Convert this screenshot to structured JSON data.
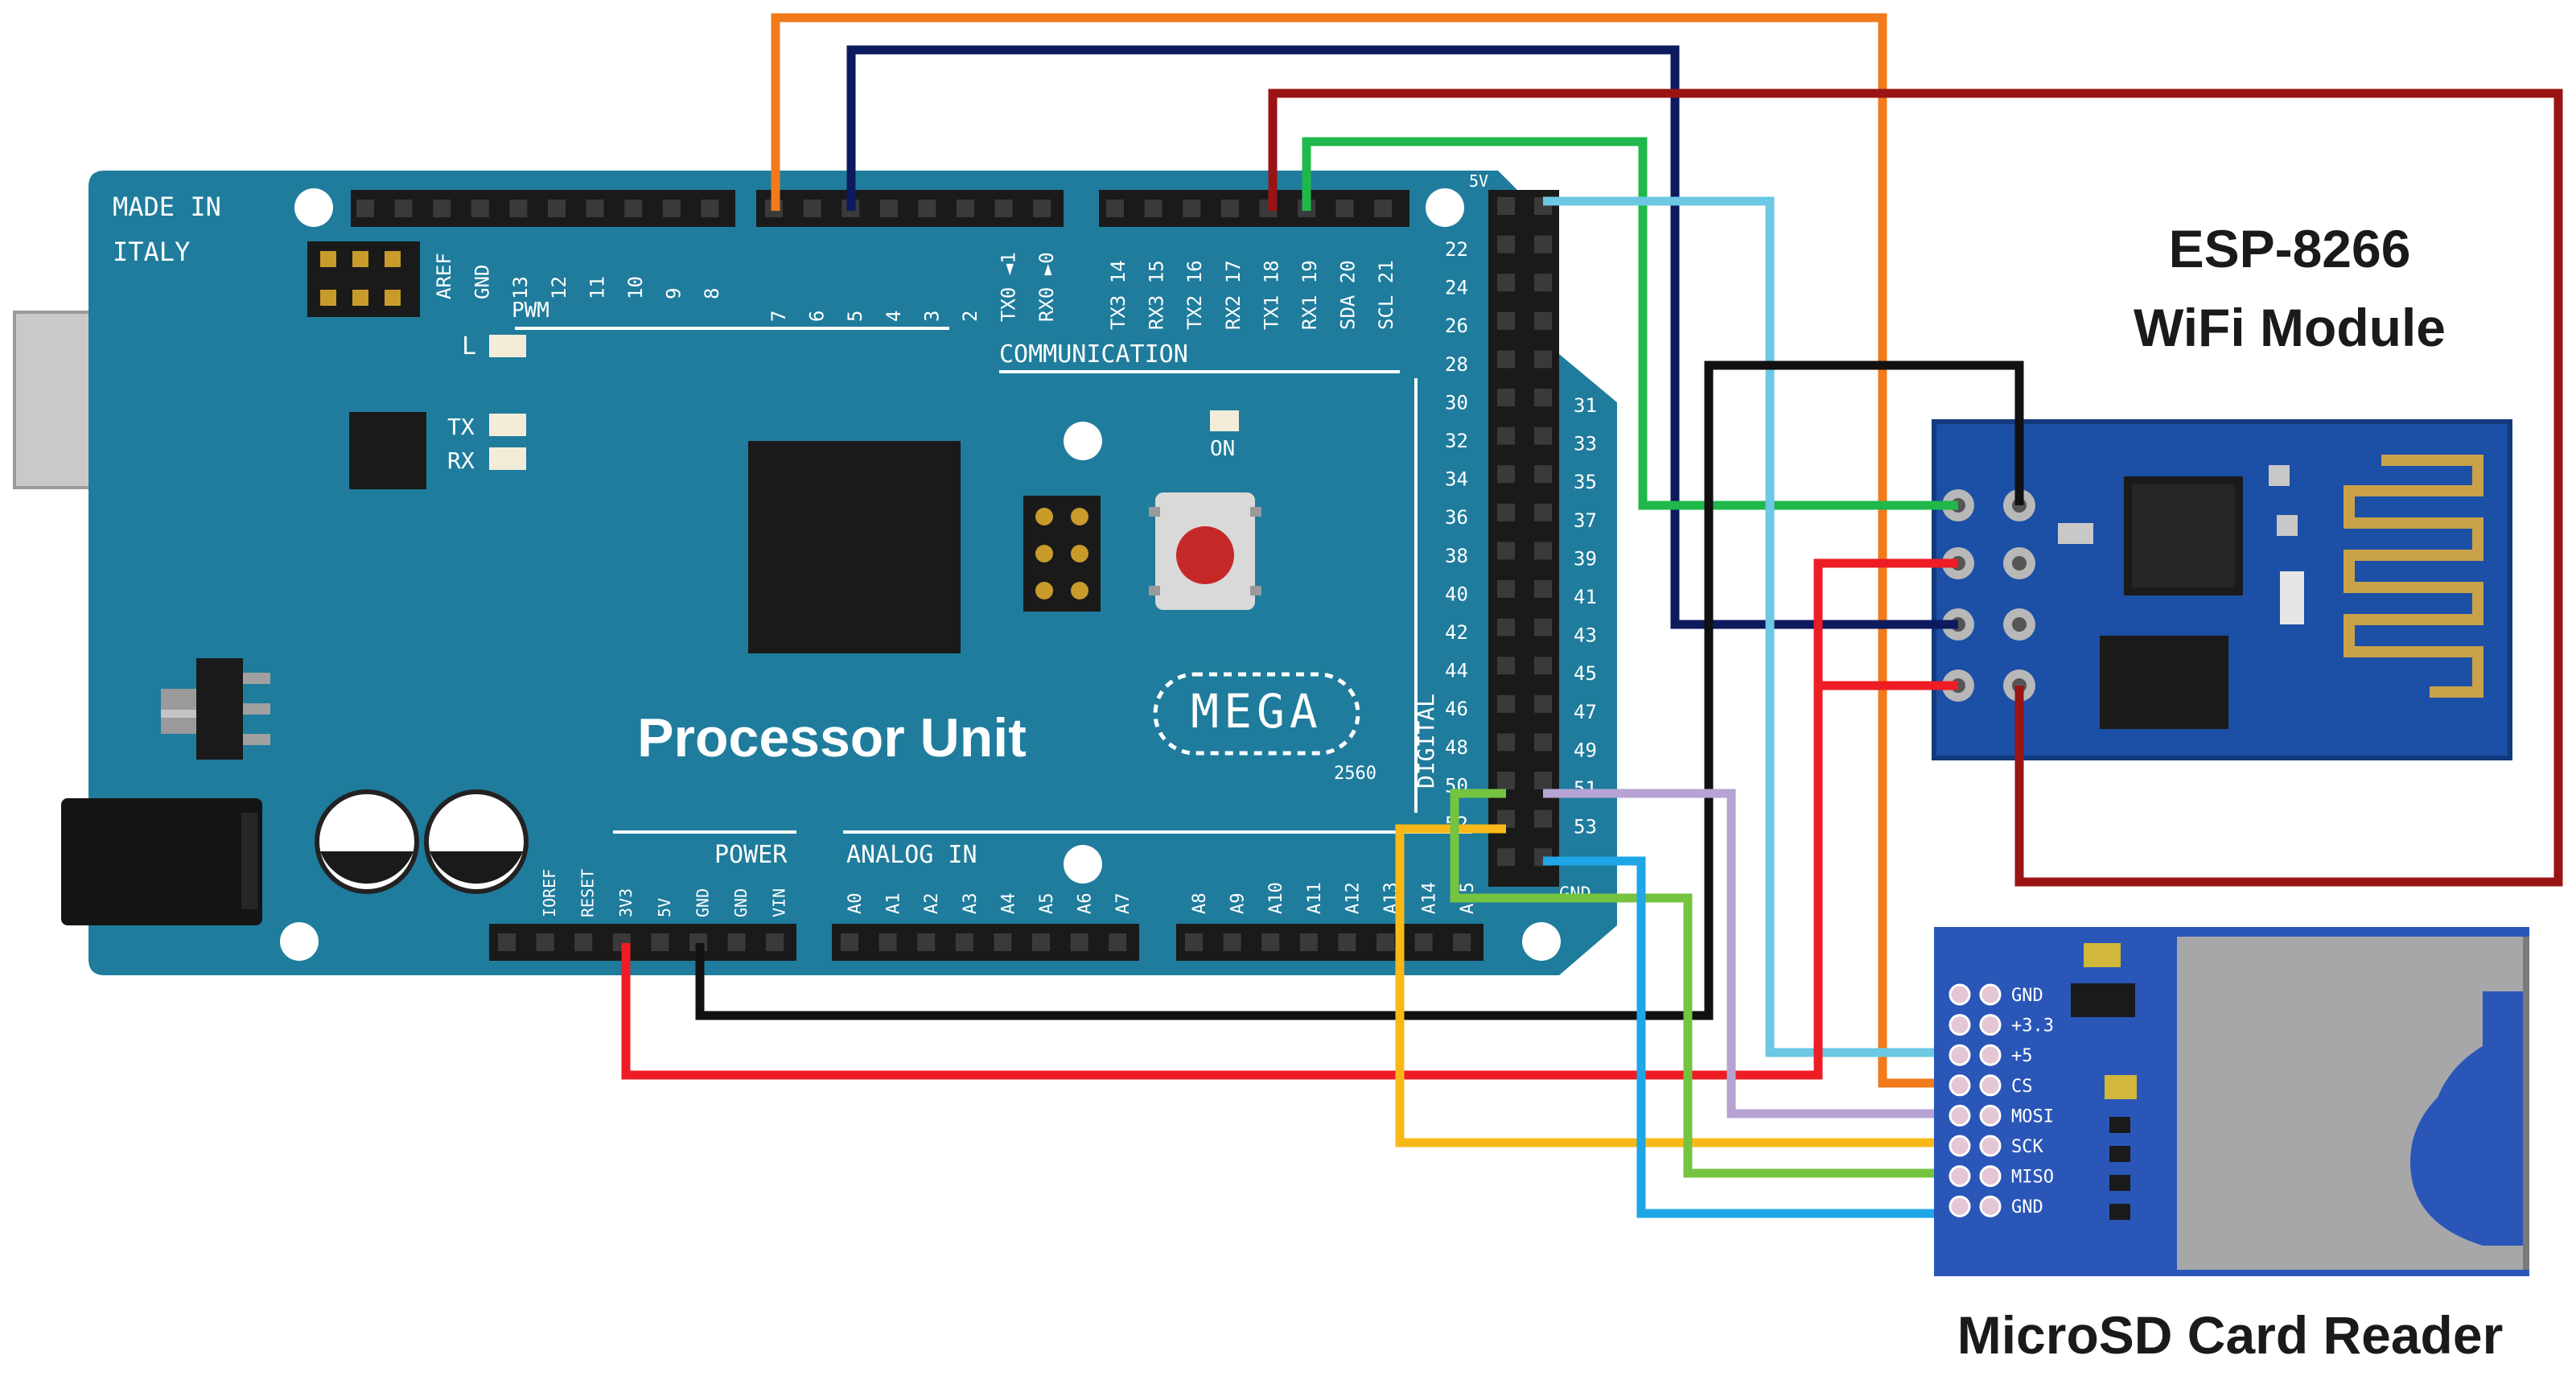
{
  "labels": {
    "made_in": "MADE IN",
    "italy": "ITALY",
    "processor_unit": "Processor Unit",
    "esp_title_line1": "ESP-8266",
    "esp_title_line2": "WiFi Module",
    "sd_title": "MicroSD Card Reader",
    "mega": "MEGA",
    "model": "2560",
    "pwm": "PWM",
    "communication": "COMMUNICATION",
    "power": "POWER",
    "analog_in": "ANALOG IN",
    "digital": "DIGITAL",
    "led_l": "L",
    "led_tx": "TX",
    "led_rx": "RX",
    "led_on": "ON",
    "header_5v": "5V",
    "header_gnd": "GND"
  },
  "top_pins_pwm": [
    "AREF",
    "GND",
    "13",
    "12",
    "11",
    "10",
    "9",
    "8"
  ],
  "top_pins_pwm2": [
    "7",
    "6",
    "5",
    "4",
    "3",
    "2",
    "TX0 ◄1",
    "RX0 ►0"
  ],
  "top_pins_comm": [
    "TX3 14",
    "RX3 15",
    "TX2 16",
    "RX2 17",
    "TX1 18",
    "RX1 19",
    "SDA 20",
    "SCL 21"
  ],
  "power_pins": [
    "IOREF",
    "RESET",
    "3V3",
    "5V",
    "GND",
    "GND",
    "VIN"
  ],
  "analog_pins_a": [
    "A0",
    "A1",
    "A2",
    "A3",
    "A4",
    "A5",
    "A6",
    "A7"
  ],
  "analog_pins_b": [
    "A8",
    "A9",
    "A10",
    "A11",
    "A12",
    "A13",
    "A14",
    "A15"
  ],
  "digital_even": [
    "22",
    "24",
    "26",
    "28",
    "30",
    "32",
    "34",
    "36",
    "38",
    "40",
    "42",
    "44",
    "46",
    "48",
    "50",
    "52"
  ],
  "digital_odd": [
    "31",
    "33",
    "35",
    "37",
    "39",
    "41",
    "43",
    "45",
    "47",
    "49",
    "51",
    "53"
  ],
  "sd_pins": [
    "GND",
    "+3.3",
    "+5",
    "CS",
    "MOSI",
    "SCK",
    "MISO",
    "GND"
  ],
  "wire_colors": {
    "orange": "#f27a1a",
    "navy": "#0d1a5e",
    "dark_red": "#9a1414",
    "green": "#1fb84a",
    "light_blue": "#6cc8e3",
    "black": "#111111",
    "red": "#ee1c24",
    "purple": "#b6a3d3",
    "yellow": "#f8b818",
    "lime": "#74c440",
    "sky": "#1ea6e6"
  },
  "board_color": "#1e7a9a"
}
